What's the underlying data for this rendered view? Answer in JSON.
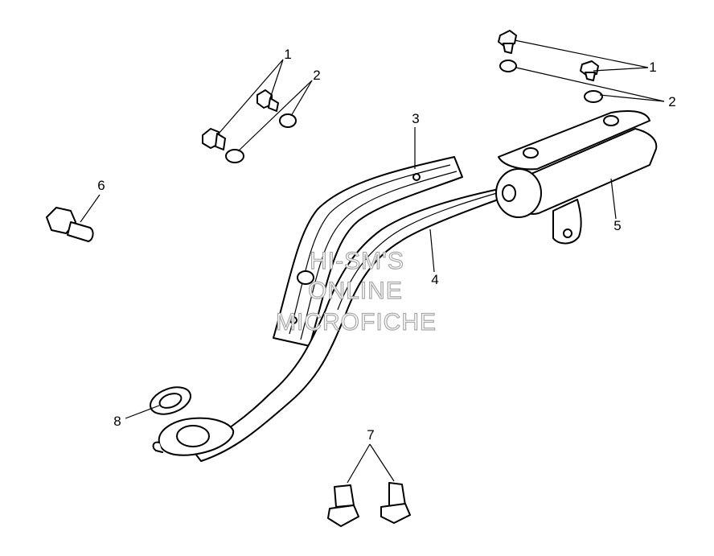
{
  "diagram": {
    "callouts": [
      "1",
      "2",
      "3",
      "4",
      "5",
      "6",
      "7",
      "8"
    ]
  },
  "watermark": {
    "line1": "HI-SM'S",
    "line2": "ONLINE",
    "line3": "MICROFICHE"
  }
}
